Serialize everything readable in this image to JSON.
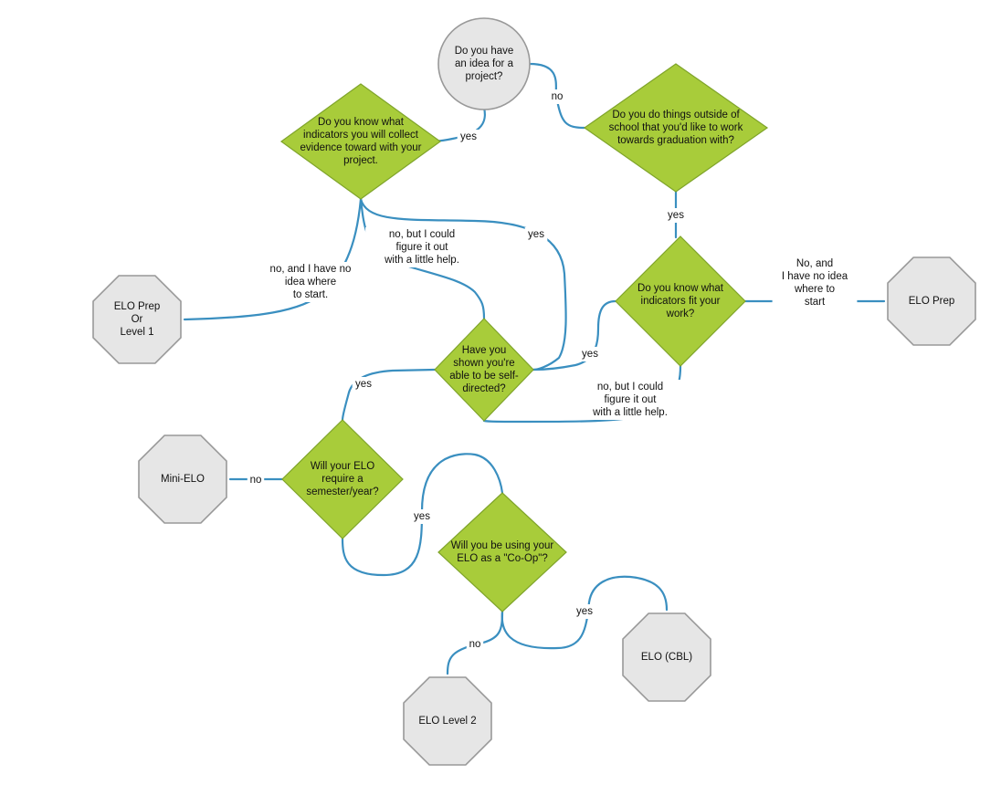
{
  "colors": {
    "decision": "#a8cc3a",
    "decision_border": "#7fa42a",
    "terminal": "#e6e6e6",
    "terminal_border": "#999999",
    "connector": "#3a8fc0"
  },
  "nodes": {
    "start": {
      "shape": "circle",
      "lines": [
        "Do you have",
        "an idea for a",
        "project?"
      ]
    },
    "q_indicators_collect": {
      "shape": "diamond",
      "lines": [
        "Do you know what",
        "indicators you will collect",
        "evidence toward with your",
        "project."
      ]
    },
    "q_outside_school": {
      "shape": "diamond",
      "lines": [
        "Do you do things outside of",
        "school that you'd like to work",
        "towards graduation with?"
      ]
    },
    "q_indicators_fit": {
      "shape": "diamond",
      "lines": [
        "Do you know what",
        "indicators fit your",
        "work?"
      ]
    },
    "q_self_directed": {
      "shape": "diamond",
      "lines": [
        "Have you",
        "shown you're",
        "able to be self-",
        "directed?"
      ]
    },
    "q_semester": {
      "shape": "diamond",
      "lines": [
        "Will your ELO",
        "require a",
        "semester/year?"
      ]
    },
    "q_coop": {
      "shape": "diamond",
      "lines": [
        "Will you be using your",
        "ELO as a \"Co-Op\"?"
      ]
    },
    "t_elo_prep_level1": {
      "shape": "octagon",
      "lines": [
        "ELO Prep",
        "Or",
        "Level 1"
      ]
    },
    "t_elo_prep": {
      "shape": "octagon",
      "lines": [
        "ELO Prep"
      ]
    },
    "t_mini_elo": {
      "shape": "octagon",
      "lines": [
        "Mini-ELO"
      ]
    },
    "t_elo_level2": {
      "shape": "octagon",
      "lines": [
        "ELO Level 2"
      ]
    },
    "t_elo_cbl": {
      "shape": "octagon",
      "lines": [
        "ELO (CBL)"
      ]
    }
  },
  "edges": [
    {
      "id": "start-yes",
      "from": "start",
      "to": "q_indicators_collect",
      "label": [
        "yes"
      ]
    },
    {
      "id": "start-no",
      "from": "start",
      "to": "q_outside_school",
      "label": [
        "no"
      ]
    },
    {
      "id": "outside-yes",
      "from": "q_outside_school",
      "to": "q_indicators_fit",
      "label": [
        "yes"
      ]
    },
    {
      "id": "collect-no",
      "from": "q_indicators_collect",
      "to": "t_elo_prep_level1",
      "label": [
        "no, and I have no",
        "idea where",
        "to start."
      ]
    },
    {
      "id": "collect-help",
      "from": "q_indicators_collect",
      "to": "q_self_directed",
      "label": [
        "no, but I could",
        "figure it out",
        "with a little help."
      ]
    },
    {
      "id": "collect-yes",
      "from": "q_indicators_collect",
      "to": "q_self_directed",
      "label": [
        "yes"
      ]
    },
    {
      "id": "fit-no",
      "from": "q_indicators_fit",
      "to": "t_elo_prep",
      "label": [
        "No, and",
        "I have no idea",
        "where to",
        "start"
      ]
    },
    {
      "id": "fit-yes",
      "from": "q_indicators_fit",
      "to": "q_self_directed",
      "label": [
        "yes"
      ]
    },
    {
      "id": "fit-help",
      "from": "q_indicators_fit",
      "to": "q_self_directed",
      "label": [
        "no, but I could",
        "figure it out",
        "with a little help."
      ]
    },
    {
      "id": "self-yes",
      "from": "q_self_directed",
      "to": "q_semester",
      "label": [
        "yes"
      ]
    },
    {
      "id": "semester-no",
      "from": "q_semester",
      "to": "t_mini_elo",
      "label": [
        "no"
      ]
    },
    {
      "id": "semester-yes",
      "from": "q_semester",
      "to": "q_coop",
      "label": [
        "yes"
      ]
    },
    {
      "id": "coop-no",
      "from": "q_coop",
      "to": "t_elo_level2",
      "label": [
        "no"
      ]
    },
    {
      "id": "coop-yes",
      "from": "q_coop",
      "to": "t_elo_cbl",
      "label": [
        "yes"
      ]
    }
  ]
}
